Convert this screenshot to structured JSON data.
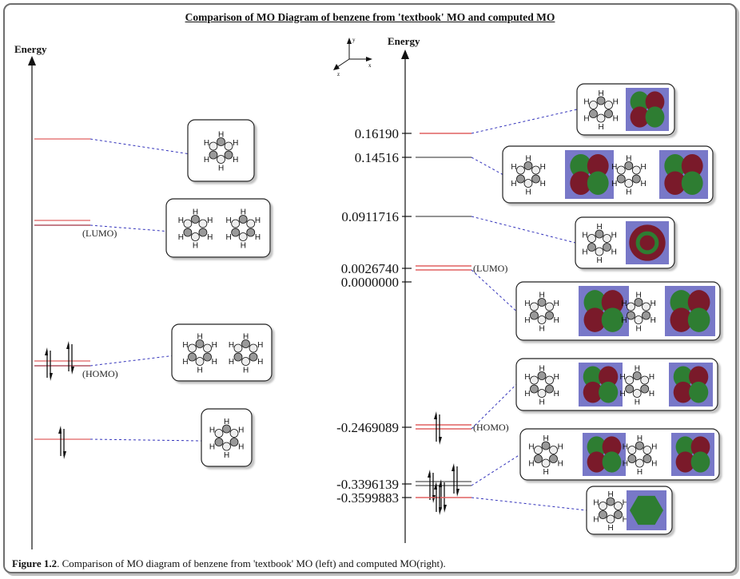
{
  "title": "Comparison of MO Diagram of benzene from 'textbook' MO and computed MO",
  "caption": {
    "label": "Figure 1.2",
    "text": ". Comparison of MO diagram of benzene from 'textbook' MO (left) and computed MO(right)."
  },
  "colors": {
    "occupied_level": "#e06060",
    "virtual_level": "#707070",
    "connector": "#3333bb",
    "orbital_bg": "#7878c8",
    "lobe_green": "#2e7d32",
    "lobe_red": "#7a1a2a"
  },
  "left_panel": {
    "axis_label": "Energy",
    "levels": [
      {
        "id": "l-top",
        "rank": 0.0,
        "lines": 1,
        "electrons": 0,
        "note": "",
        "orbitals": 1
      },
      {
        "id": "l-lumo",
        "rank": 1.0,
        "lines": 2,
        "electrons": 0,
        "note": "(LUMO)",
        "orbitals": 2
      },
      {
        "id": "l-homo",
        "rank": 2.6,
        "lines": 2,
        "electrons": 2,
        "note": "(HOMO)",
        "orbitals": 2
      },
      {
        "id": "l-bottom",
        "rank": 3.5,
        "lines": 1,
        "electrons": 1,
        "note": "",
        "orbitals": 1
      }
    ]
  },
  "right_panel": {
    "axis_label": "Energy",
    "axes_triad": {
      "x": "x",
      "y": "y",
      "z": "z"
    },
    "levels": [
      {
        "id": "r-1",
        "energy": "0.16190",
        "lines": 1,
        "kind": "occupied",
        "electrons": 0,
        "note": "",
        "orbitals": 1
      },
      {
        "id": "r-2",
        "energy": "0.14516",
        "lines": 1,
        "kind": "virtual",
        "electrons": 0,
        "note": "",
        "orbitals": 2
      },
      {
        "id": "r-3",
        "energy": "0.0911716",
        "lines": 1,
        "kind": "virtual",
        "electrons": 0,
        "note": "",
        "orbitals": 1
      },
      {
        "id": "r-4",
        "energy": "0.0026740",
        "lines": 2,
        "kind": "occupied",
        "electrons": 0,
        "note": "(LUMO)",
        "orbitals": 2
      },
      {
        "id": "r-5",
        "energy": "0.0000000",
        "lines": 0,
        "kind": "tick",
        "electrons": 0,
        "note": "",
        "orbitals": 0
      },
      {
        "id": "r-6",
        "energy": "-0.2469089",
        "lines": 2,
        "kind": "occupied",
        "electrons": 1,
        "note": "(HOMO)",
        "orbitals": 2
      },
      {
        "id": "r-7",
        "energy": "-0.3396139",
        "lines": 2,
        "kind": "virtual",
        "electrons": 2,
        "note": "",
        "orbitals": 2
      },
      {
        "id": "r-8",
        "energy": "-0.3599883",
        "lines": 1,
        "kind": "occupied",
        "electrons": 1,
        "note": "",
        "orbitals": 1
      }
    ]
  },
  "atom_label": "H"
}
